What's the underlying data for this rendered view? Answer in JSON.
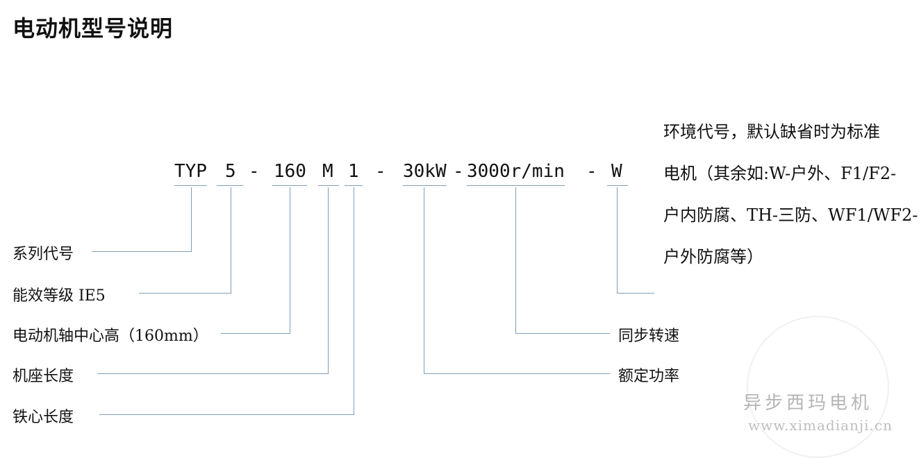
{
  "title": "电动机型号说明",
  "model": {
    "tokens": [
      "TYP",
      "5",
      "-",
      "160",
      "M",
      "1",
      "-",
      "30kW",
      "-",
      "3000r/min",
      "-",
      "W"
    ]
  },
  "fields": {
    "series": "系列代号",
    "efficiency": "能效等级 IE5",
    "shaft_height": "电动机轴中心高（160mm）",
    "frame_length": "机座长度",
    "core_length": "铁心长度",
    "sync_speed": "同步转速",
    "rated_power": "额定功率"
  },
  "env_note": {
    "lines": [
      "环境代号，默认缺省时为标准",
      "电机（其余如:W-户外、F1/F2-",
      "户内防腐、TH-三防、WF1/WF2-",
      "户外防腐等）"
    ]
  },
  "watermark": {
    "name": "异步西玛电机",
    "url": "www.ximadianji.cn"
  },
  "colors": {
    "line": "#7f9db9",
    "text": "#111111",
    "watermark": "#b5b5b5"
  }
}
